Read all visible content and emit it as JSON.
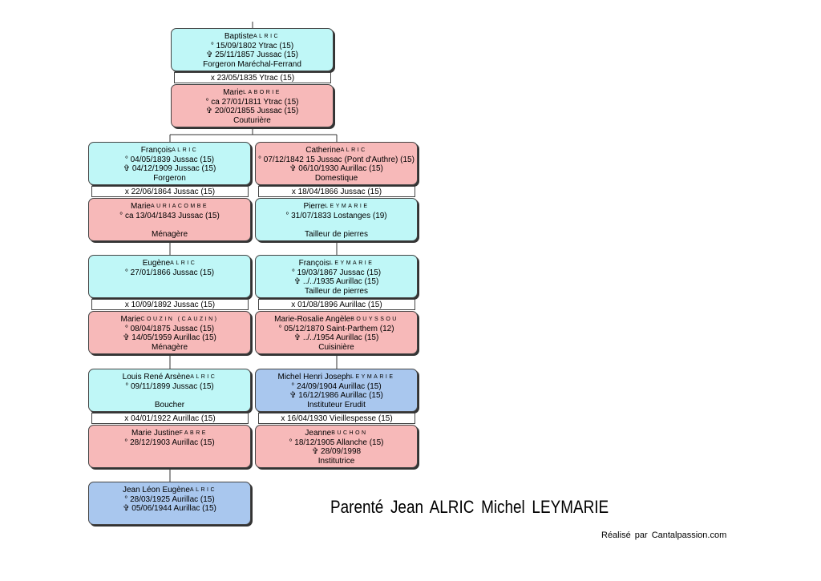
{
  "title": "Parenté  Jean ALRIC Michel LEYMARIE",
  "credit": "Réalisé par Cantalpassion.com",
  "boxes": [
    {
      "given": "Baptiste",
      "surname": "ALRIC",
      "lines": [
        "° 15/09/1802 Ytrac (15)",
        "✞ 25/11/1857 Jussac (15)",
        "Forgeron Maréchal-Ferrand"
      ]
    },
    {
      "given": "Marie",
      "surname": "LABORIE",
      "lines": [
        "° ca 27/01/1811 Ytrac (15)",
        "✞ 20/02/1855 Jussac (15)",
        "Couturière"
      ]
    },
    {
      "given": "François",
      "surname": "ALRIC",
      "lines": [
        "° 04/05/1839 Jussac (15)",
        "✞ 04/12/1909 Jussac (15)",
        "Forgeron"
      ]
    },
    {
      "given": "Catherine",
      "surname": "ALRIC",
      "lines": [
        "° 07/12/1842 15 Jussac (Pont d'Authre) (15)",
        "✞ 06/10/1930 Aurillac (15)",
        "Domestique"
      ]
    },
    {
      "given": "Marie",
      "surname": "AURIACOMBE",
      "lines": [
        "° ca 13/04/1843 Jussac (15)",
        "",
        "Ménagère"
      ]
    },
    {
      "given": "Pierre",
      "surname": "LEYMARIE",
      "lines": [
        "° 31/07/1833 Lostanges (19)",
        "",
        "Tailleur de pierres"
      ]
    },
    {
      "given": "Eugène",
      "surname": "ALRIC",
      "lines": [
        "° 27/01/1866 Jussac (15)"
      ]
    },
    {
      "given": "François",
      "surname": "LEYMARIE",
      "lines": [
        "° 19/03/1867 Jussac (15)",
        "✞ ../../1935 Aurillac (15)",
        "Tailleur de pierres"
      ]
    },
    {
      "given": "Marie",
      "surname": "COUZIN (CAUZIN)",
      "lines": [
        "° 08/04/1875 Jussac (15)",
        "✞ 14/05/1959 Aurillac (15)",
        "Ménagère"
      ]
    },
    {
      "given": "Marie-Rosalie Angèle",
      "surname": "BOUYSSOU",
      "lines": [
        "° 05/12/1870 Saint-Parthem (12)",
        "✞ ../../1954 Aurillac (15)",
        "Cuisinière"
      ]
    },
    {
      "given": "Louis René Arsène",
      "surname": "ALRIC",
      "lines": [
        "° 09/11/1899 Jussac (15)",
        "",
        "Boucher"
      ]
    },
    {
      "given": "Michel Henri Joseph",
      "surname": "LEYMARIE",
      "lines": [
        "° 24/09/1904 Aurillac (15)",
        "✞ 16/12/1986 Aurillac (15)",
        "Instituteur Erudit"
      ]
    },
    {
      "given": "Marie Justine",
      "surname": "FABRE",
      "lines": [
        "° 28/12/1903 Aurillac (15)"
      ]
    },
    {
      "given": "Jeanne",
      "surname": "BUCHON",
      "lines": [
        "° 18/12/1905 Allanche (15)",
        "✞ 28/09/1998",
        "Institutrice"
      ]
    },
    {
      "given": "Jean Léon Eugène",
      "surname": "ALRIC",
      "lines": [
        "° 28/03/1925 Aurillac (15)",
        "✞ 05/06/1944 Aurillac (15)"
      ]
    }
  ],
  "marriages": [
    "x 23/05/1835 Ytrac (15)",
    "x 22/06/1864 Jussac (15)",
    "x 18/04/1866 Jussac (15)",
    "x 10/09/1892 Jussac (15)",
    "x 01/08/1896 Aurillac (15)",
    "x 04/01/1922 Aurillac (15)",
    "x 16/04/1930 Vieillespesse (15)"
  ]
}
